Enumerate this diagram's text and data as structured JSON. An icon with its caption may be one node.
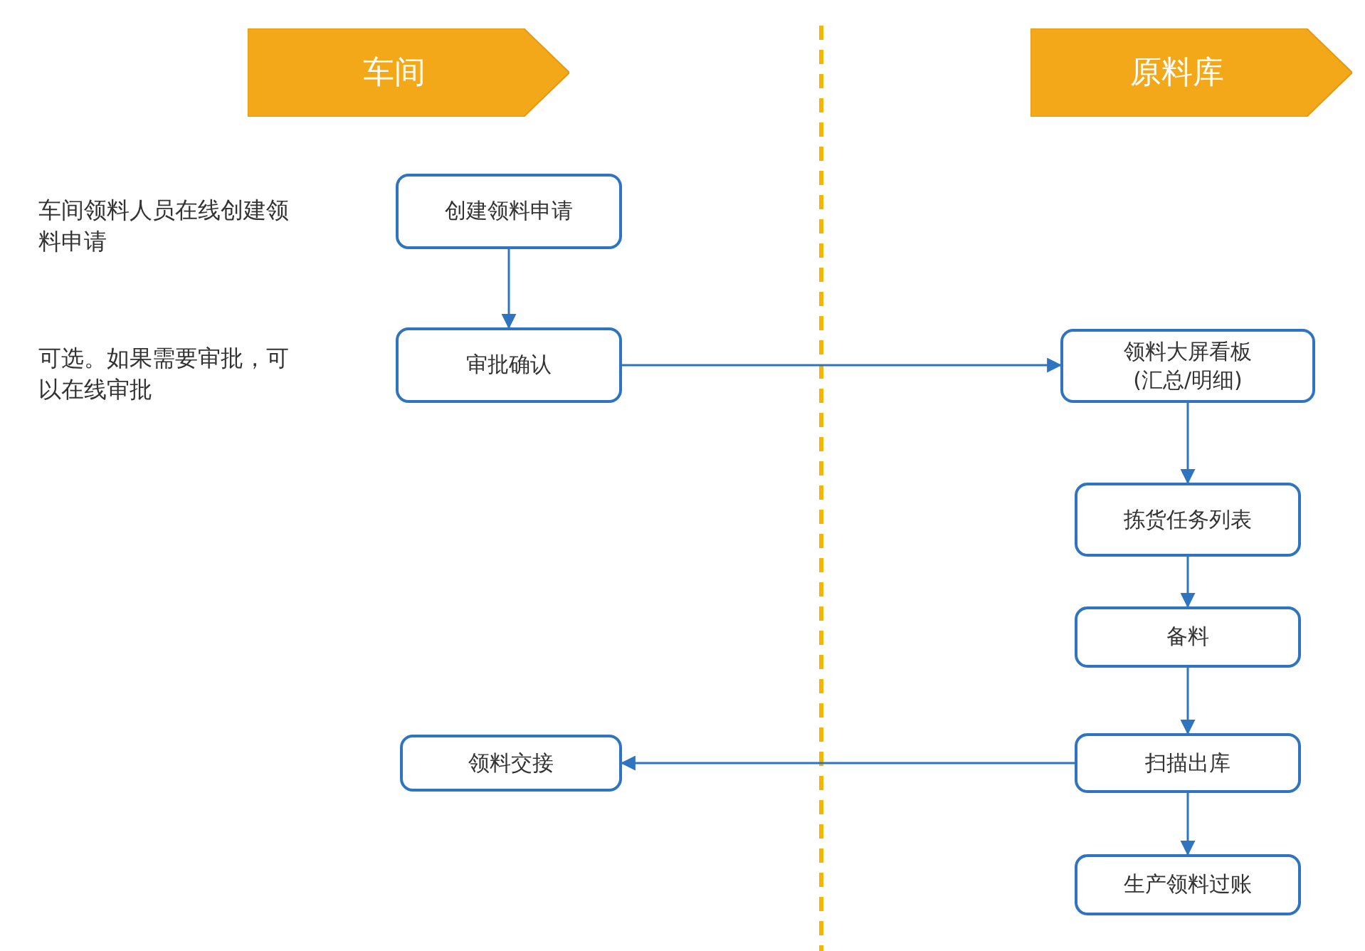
{
  "diagram": {
    "nodes": [
      {
        "text": [
          "车间"
        ]
      },
      {
        "text": [
          "原料库"
        ]
      },
      {
        "text": [
          "创建领料申请"
        ]
      },
      {
        "text": [
          "审批确认"
        ]
      },
      {
        "text": [
          "领料大屏看板 (汇总/明细)"
        ]
      },
      {
        "text": [
          "拣货任务列表"
        ]
      },
      {
        "text": [
          "备料"
        ]
      },
      {
        "text": [
          "扫描出库"
        ]
      },
      {
        "text": [
          "生产领料过账"
        ]
      },
      {
        "text": [
          "领料交接"
        ]
      }
    ],
    "edges": [
      {
        "from": 2,
        "to": 3,
        "arrow": "to"
      },
      {
        "from": 3,
        "to": 4,
        "arrow": "to"
      },
      {
        "from": 4,
        "to": 5,
        "arrow": "to"
      },
      {
        "from": 5,
        "to": 6,
        "arrow": "to"
      },
      {
        "from": 6,
        "to": 7,
        "arrow": "to"
      },
      {
        "from": 7,
        "to": 9,
        "arrow": "to"
      },
      {
        "from": 7,
        "to": 8,
        "arrow": "to"
      }
    ],
    "labels": [
      "车间领料人员在线创建领料申请",
      "可选。如果需要审批，可以在线审批"
    ]
  }
}
